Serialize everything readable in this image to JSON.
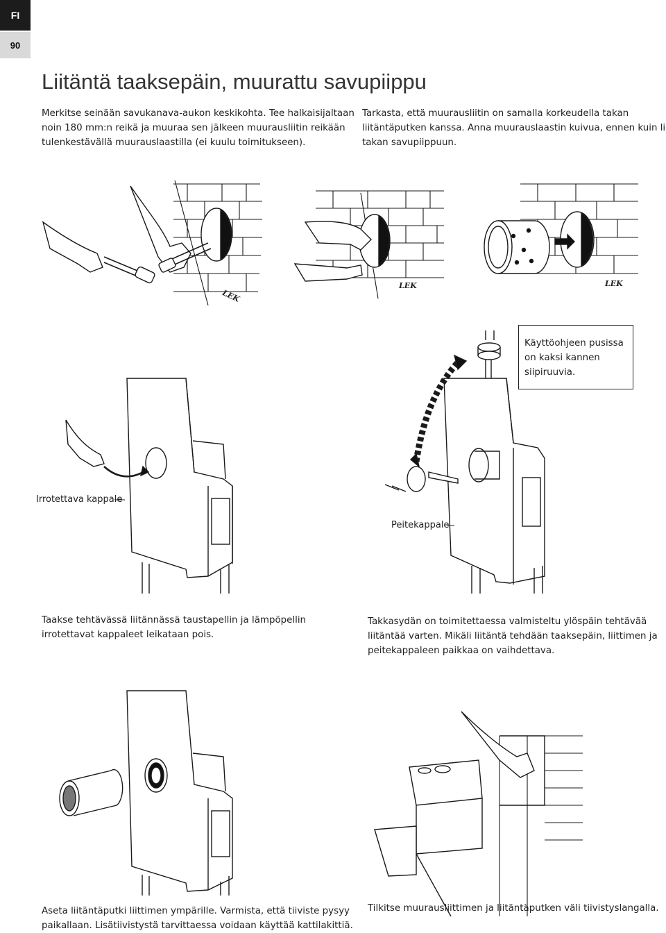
{
  "header": {
    "lang_tab": "FI",
    "page_number": "90"
  },
  "title": "Liitäntä taaksepäin, muurattu savupiippu",
  "intro_left": [
    "Merkitse seinään savukanava-aukon keskikohta. Tee halkaisijaltaan",
    "noin 180 mm:n reikä ja muuraa sen jälkeen muurausliitin reikään",
    "tulenkestävällä muurauslaastilla (ei kuulu toimitukseen)."
  ],
  "intro_right": [
    "Tarkasta, että muurausliitin on samalla korkeudella takan",
    "liitäntäputken kanssa. Anna muurauslaastin kuivua, ennen kuin liität",
    "takan savupiippuun."
  ],
  "brand_marks": [
    "LEK",
    "LEK",
    "LEK"
  ],
  "callout": [
    "Käyttöohjeen pusissa",
    "on kaksi kannen",
    "siipiruuvia."
  ],
  "labels": {
    "removable_part": "Irrotettava kappale",
    "cover_part": "Peitekappale"
  },
  "mid_left": [
    "Taakse tehtävässä liitännässä taustapellin ja lämpöpellin",
    "irrotettavat kappaleet leikataan pois."
  ],
  "mid_right": [
    "Takkasydän on toimitettaessa valmisteltu ylöspäin tehtävää",
    "liitäntää varten. Mikäli liitäntä tehdään taaksepäin, liittimen ja",
    "peitekappaleen paikkaa on vaihdettava."
  ],
  "bottom_left": [
    "Aseta liitäntäputki liittimen ympärille. Varmista, että tiiviste pysyy",
    "paikallaan. Lisätiivistystä tarvittaessa voidaan käyttää kattilakittiä."
  ],
  "bottom_right": [
    "Tilkitse muurausliittimen ja liitäntäputken väli tiivistyslangalla."
  ],
  "colors": {
    "tab_dark": "#1c1c1c",
    "tab_light": "#d9d9d9",
    "ink": "#222222"
  }
}
